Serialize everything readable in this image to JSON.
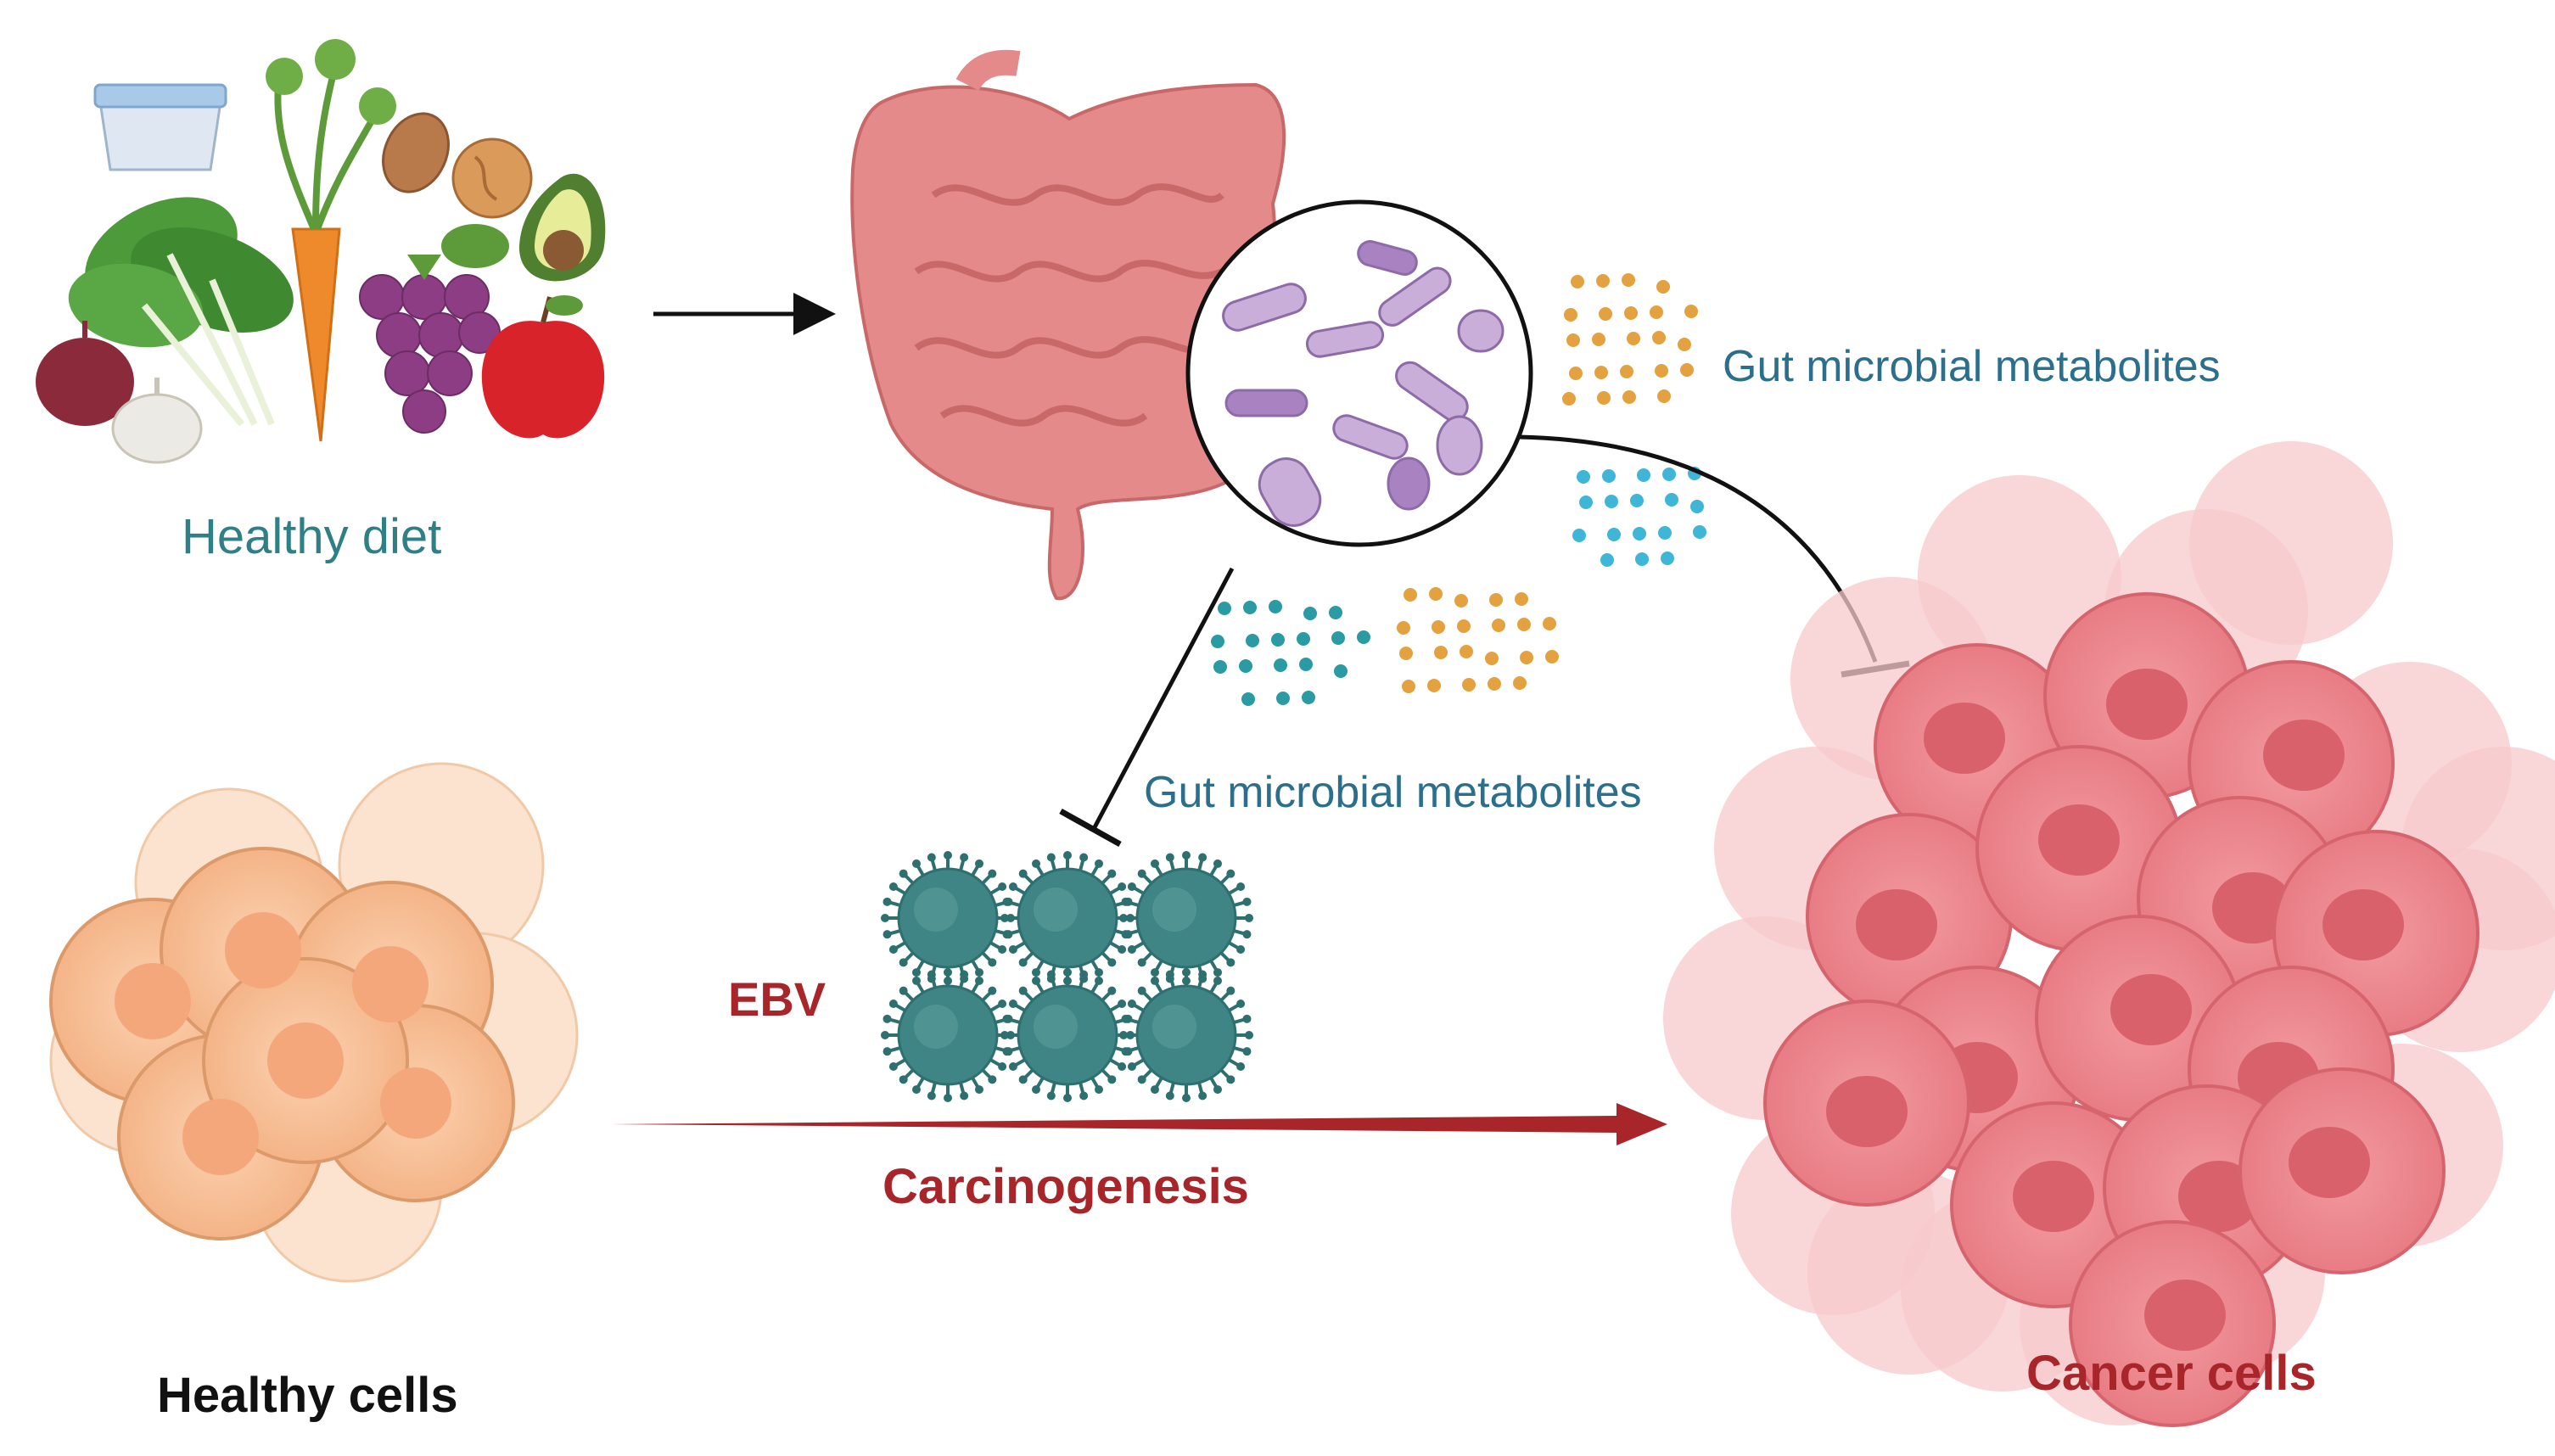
{
  "labels": {
    "healthy_diet": "Healthy diet",
    "gut_metabolites_top": "Gut microbial metabolites",
    "gut_metabolites_mid": "Gut microbial metabolites",
    "ebv": "EBV",
    "carcinogenesis": "Carcinogenesis",
    "healthy_cells": "Healthy cells",
    "cancer_cells": "Cancer cells"
  },
  "icons": {
    "food": "healthy-food-illustration",
    "intestine": "intestine-illustration",
    "microbiome": "gut-bacteria-magnifier",
    "metabolites": "metabolite-dots",
    "virus": "ebv-virus-particles",
    "healthy_cells": "healthy-cell-cluster",
    "cancer_cells": "cancer-cell-cluster"
  },
  "colors": {
    "label_teal": "#2f7f86",
    "label_blue": "#2c6f8c",
    "label_red": "#a8262a",
    "arrow_red": "#a8262a",
    "arrow_black": "#111111",
    "dot_teal": "#2a9aa3",
    "dot_orange": "#e3a23f",
    "dot_cyan": "#3fb6d8",
    "virus_teal": "#3f8585",
    "intestine_pink": "#e48a8a",
    "healthy_cell_peach": "#f6c39b",
    "cancer_cell_pink": "#ec8a8f"
  }
}
